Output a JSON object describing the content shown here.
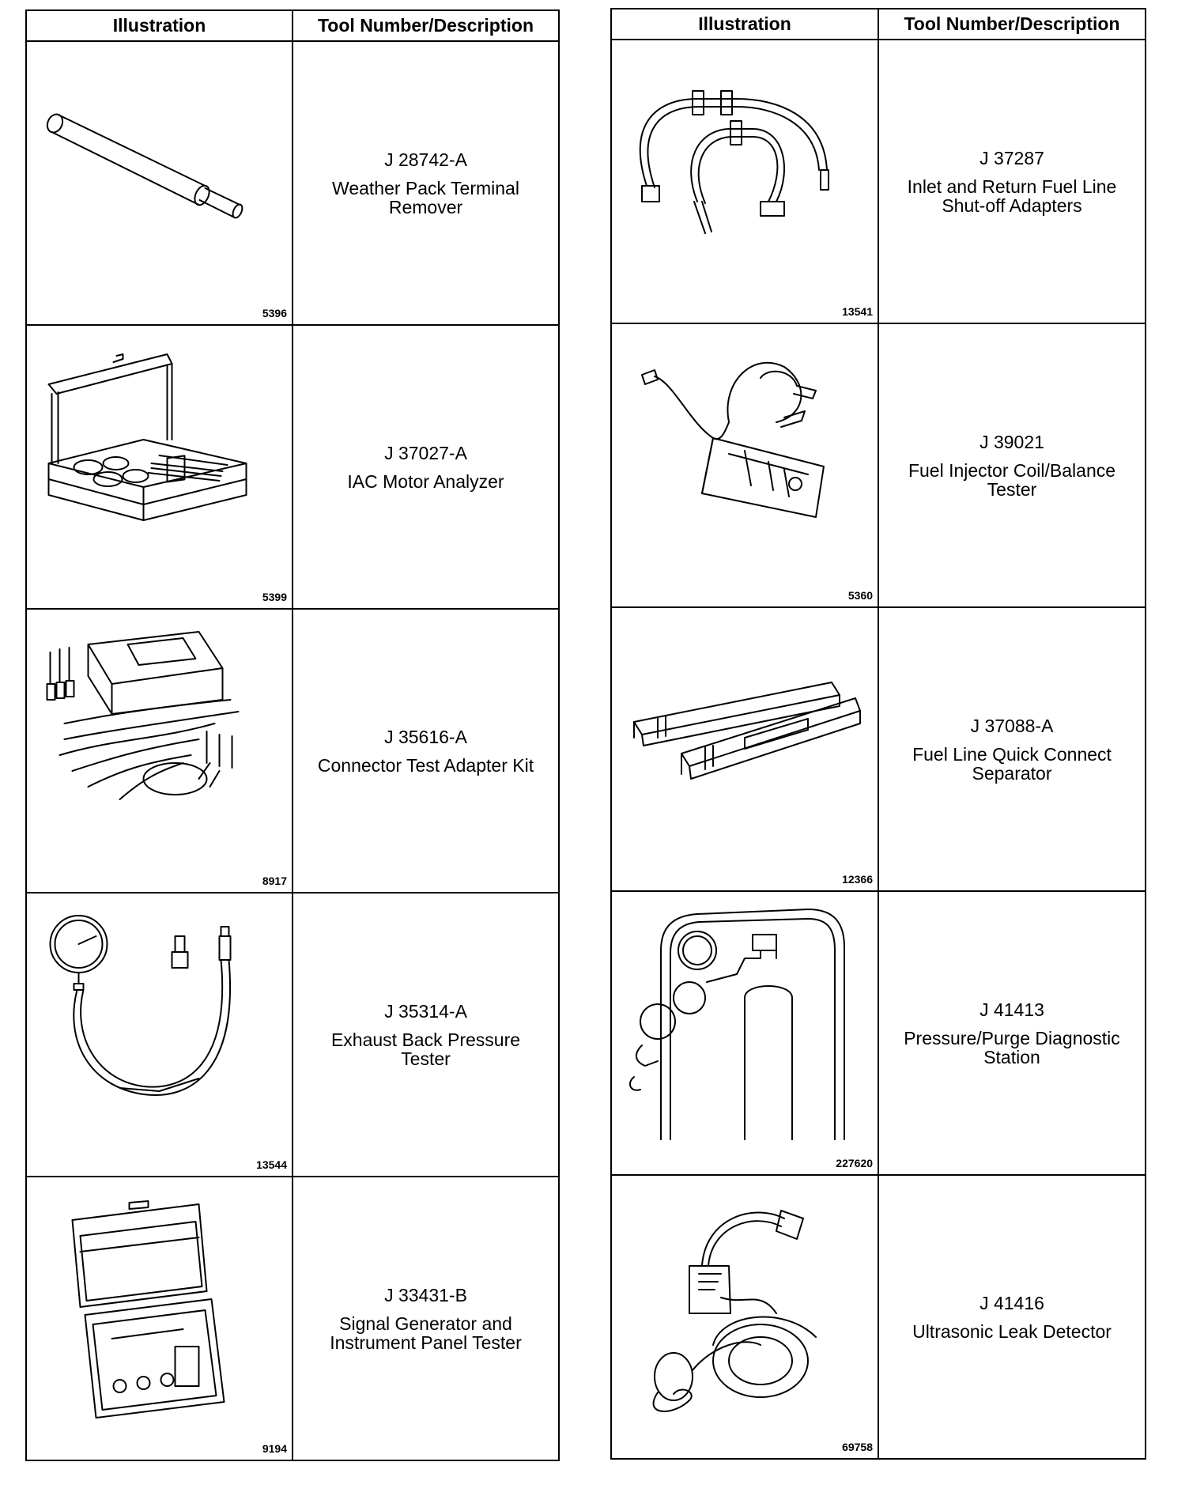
{
  "headers": {
    "illustration": "Illustration",
    "tool": "Tool Number/Description"
  },
  "left": [
    {
      "fig": "5396",
      "number": "J 28742-A",
      "desc": "Weather Pack Terminal Remover",
      "icon": "terminal-remover-icon"
    },
    {
      "fig": "5399",
      "number": "J 37027-A",
      "desc": "IAC Motor Analyzer",
      "icon": "iac-analyzer-case-icon"
    },
    {
      "fig": "8917",
      "number": "J 35616-A",
      "desc": "Connector Test Adapter Kit",
      "icon": "adapter-kit-icon"
    },
    {
      "fig": "13544",
      "number": "J 35314-A",
      "desc": "Exhaust Back Pressure Tester",
      "icon": "pressure-gauge-hose-icon"
    },
    {
      "fig": "9194",
      "number": "J 33431-B",
      "desc": "Signal Generator and Instrument Panel Tester",
      "icon": "signal-generator-case-icon"
    }
  ],
  "right": [
    {
      "fig": "13541",
      "number": "J 37287",
      "desc": "Inlet and Return Fuel Line Shut-off Adapters",
      "icon": "fuel-line-adapters-icon"
    },
    {
      "fig": "5360",
      "number": "J 39021",
      "desc": "Fuel Injector Coil/Balance Tester",
      "icon": "injector-tester-icon"
    },
    {
      "fig": "12366",
      "number": "J 37088-A",
      "desc": "Fuel Line Quick Connect Separator",
      "icon": "quick-connect-separator-icon"
    },
    {
      "fig": "227620",
      "number": "J 41413",
      "desc": "Pressure/Purge Diagnostic Station",
      "icon": "purge-station-cart-icon"
    },
    {
      "fig": "69758",
      "number": "J 41416",
      "desc": "Ultrasonic Leak Detector",
      "icon": "ultrasonic-detector-headphones-icon"
    }
  ]
}
